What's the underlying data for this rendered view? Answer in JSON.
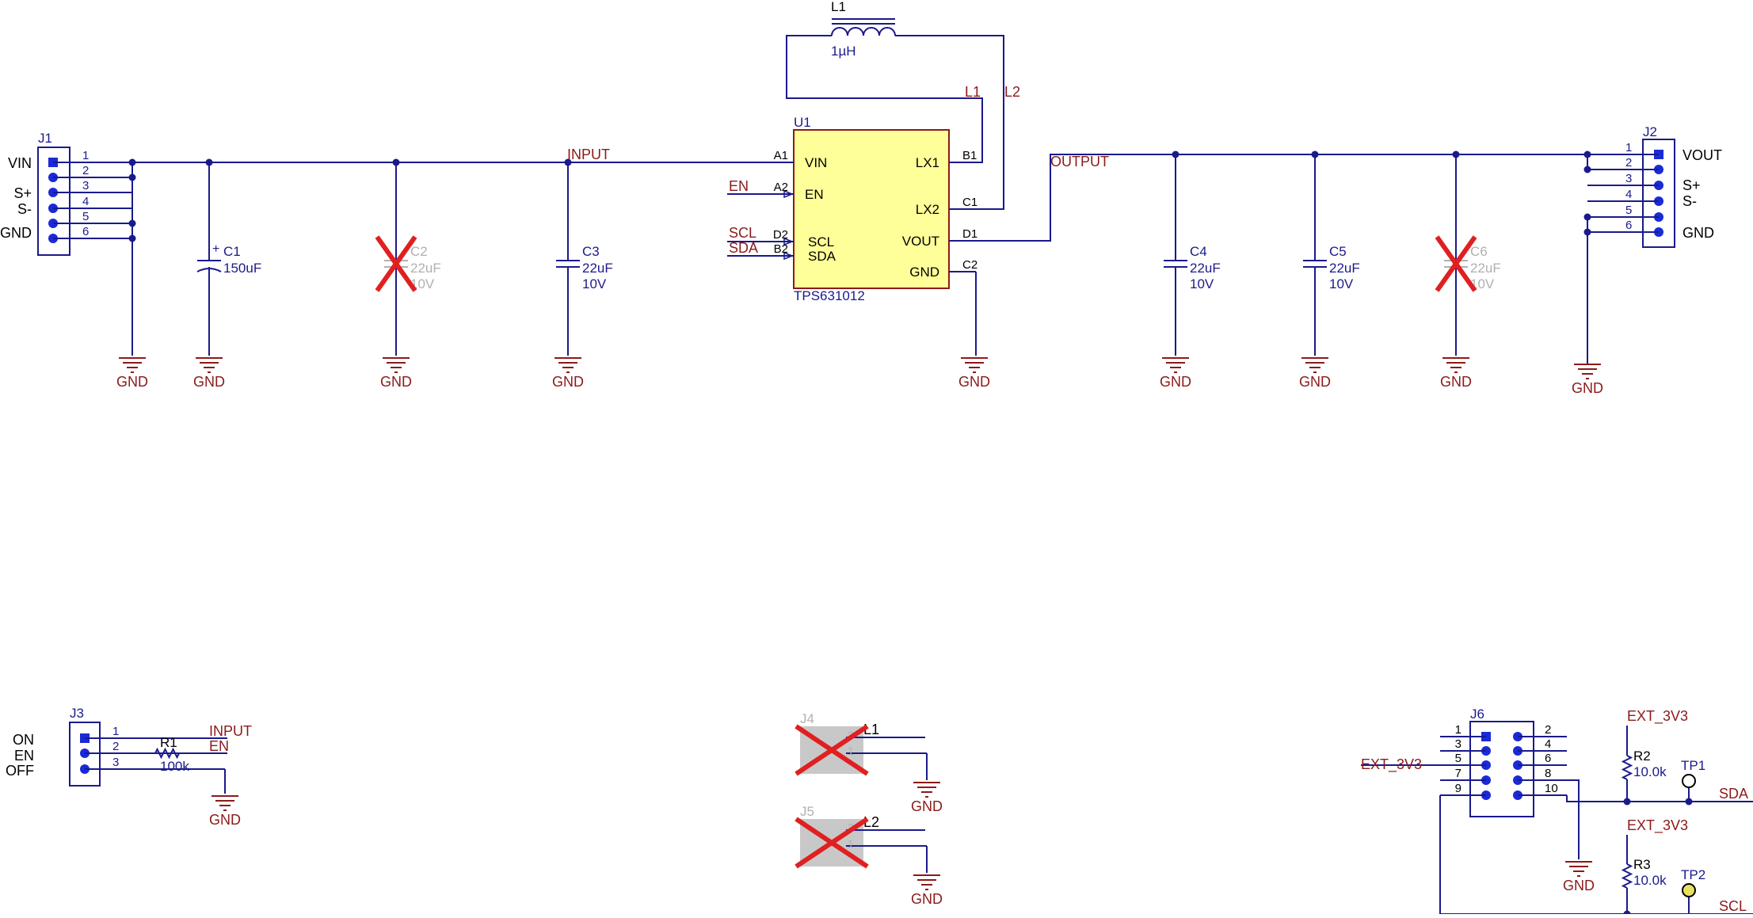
{
  "colors": {
    "wire": "#1a1a8c",
    "net_label": "#8b1a1a",
    "designator": "#1a1a8c",
    "ic_fill": "#ffff99",
    "ic_stroke": "#8b1a1a",
    "dnp_text": "#b0b0b0",
    "dnp_cross": "#e02020",
    "pin_dot": "#1a2ad8",
    "tp2_fill": "#e8e060"
  },
  "ic": {
    "designator": "U1",
    "part": "TPS631012",
    "pins_left": [
      {
        "num": "A1",
        "name": "VIN"
      },
      {
        "num": "A2",
        "name": "EN"
      },
      {
        "num": "D2",
        "name": "SCL"
      },
      {
        "num": "B2",
        "name": "SDA"
      }
    ],
    "pins_right": [
      {
        "num": "B1",
        "name": "LX1"
      },
      {
        "num": "C1",
        "name": "LX2"
      },
      {
        "num": "D1",
        "name": "VOUT"
      },
      {
        "num": "C2",
        "name": "GND"
      }
    ]
  },
  "inductor": {
    "designator": "L1",
    "value": "1µH"
  },
  "nets": {
    "input": "INPUT",
    "output": "OUTPUT",
    "en": "EN",
    "scl": "SCL",
    "sda": "SDA",
    "l1": "L1",
    "l2": "L2",
    "gnd": "GND",
    "ext3v3": "EXT_3V3"
  },
  "j1": {
    "designator": "J1",
    "pins": [
      "1",
      "2",
      "3",
      "4",
      "5",
      "6"
    ],
    "labels": [
      "VIN",
      "S+",
      "S-",
      "GND"
    ]
  },
  "j2": {
    "designator": "J2",
    "pins": [
      "1",
      "2",
      "3",
      "4",
      "5",
      "6"
    ],
    "labels": [
      "VOUT",
      "S+",
      "S-",
      "GND"
    ]
  },
  "capacitors": [
    {
      "designator": "C1",
      "value": "150uF",
      "voltage": "",
      "dnp": false
    },
    {
      "designator": "C2",
      "value": "22uF",
      "voltage": "10V",
      "dnp": true
    },
    {
      "designator": "C3",
      "value": "22uF",
      "voltage": "10V",
      "dnp": false
    },
    {
      "designator": "C4",
      "value": "22uF",
      "voltage": "10V",
      "dnp": false
    },
    {
      "designator": "C5",
      "value": "22uF",
      "voltage": "10V",
      "dnp": false
    },
    {
      "designator": "C6",
      "value": "22uF",
      "voltage": "10V",
      "dnp": true
    }
  ],
  "j3": {
    "designator": "J3",
    "pins": [
      "1",
      "2",
      "3"
    ],
    "labels": [
      "ON",
      "EN",
      "OFF"
    ]
  },
  "r1": {
    "designator": "R1",
    "value": "100k"
  },
  "j4": {
    "designator": "J4",
    "pins": [
      "2",
      "1"
    ]
  },
  "j5": {
    "designator": "J5",
    "pins": [
      "2",
      "1"
    ]
  },
  "j6": {
    "designator": "J6",
    "pins_left": [
      "1",
      "3",
      "5",
      "7",
      "9"
    ],
    "pins_right": [
      "2",
      "4",
      "6",
      "8",
      "10"
    ]
  },
  "r2": {
    "designator": "R2",
    "value": "10.0k"
  },
  "r3": {
    "designator": "R3",
    "value": "10.0k"
  },
  "tp1": {
    "designator": "TP1"
  },
  "tp2": {
    "designator": "TP2"
  }
}
